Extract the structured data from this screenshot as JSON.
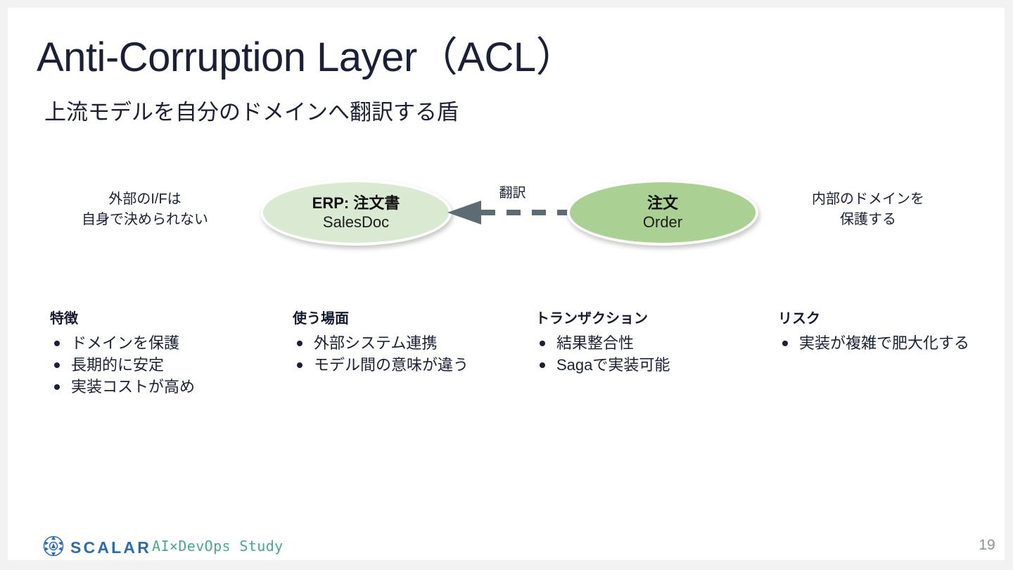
{
  "slide": {
    "title": "Anti-Corruption Layer（ACL）",
    "subtitle": "上流モデルを自分のドメインへ翻訳する盾",
    "page_number": "19",
    "accent_green_light": "#dae9d1",
    "accent_green_dark": "#abd093",
    "text_navy": "#1a2035",
    "brand_blue": "#2a6cb0",
    "brand_green": "#4aa98a",
    "canvas_gray": "#f2f2f2"
  },
  "diagram": {
    "upstream_node": {
      "title": "ERP: 注文書",
      "subtitle": "SalesDoc"
    },
    "downstream_node": {
      "title": "注文",
      "subtitle": "Order"
    },
    "arrow_label": "翻訳",
    "note_left": "外部のI/Fは\n自身で決められない",
    "note_right": "内部のドメインを\n保護する"
  },
  "columns": [
    {
      "heading": "特徴",
      "items": [
        "ドメインを保護",
        "長期的に安定",
        "実装コストが高め"
      ]
    },
    {
      "heading": "使う場面",
      "items": [
        "外部システム連携",
        "モデル間の意味が違う"
      ]
    },
    {
      "heading": "トランザクション",
      "items": [
        "結果整合性",
        "Sagaで実装可能"
      ]
    },
    {
      "heading": "リスク",
      "items": [
        "実装が複雑で肥大化する"
      ]
    }
  ],
  "footer": {
    "logo_text": "SCALAR",
    "tagline": "AI×DevOps Study"
  }
}
